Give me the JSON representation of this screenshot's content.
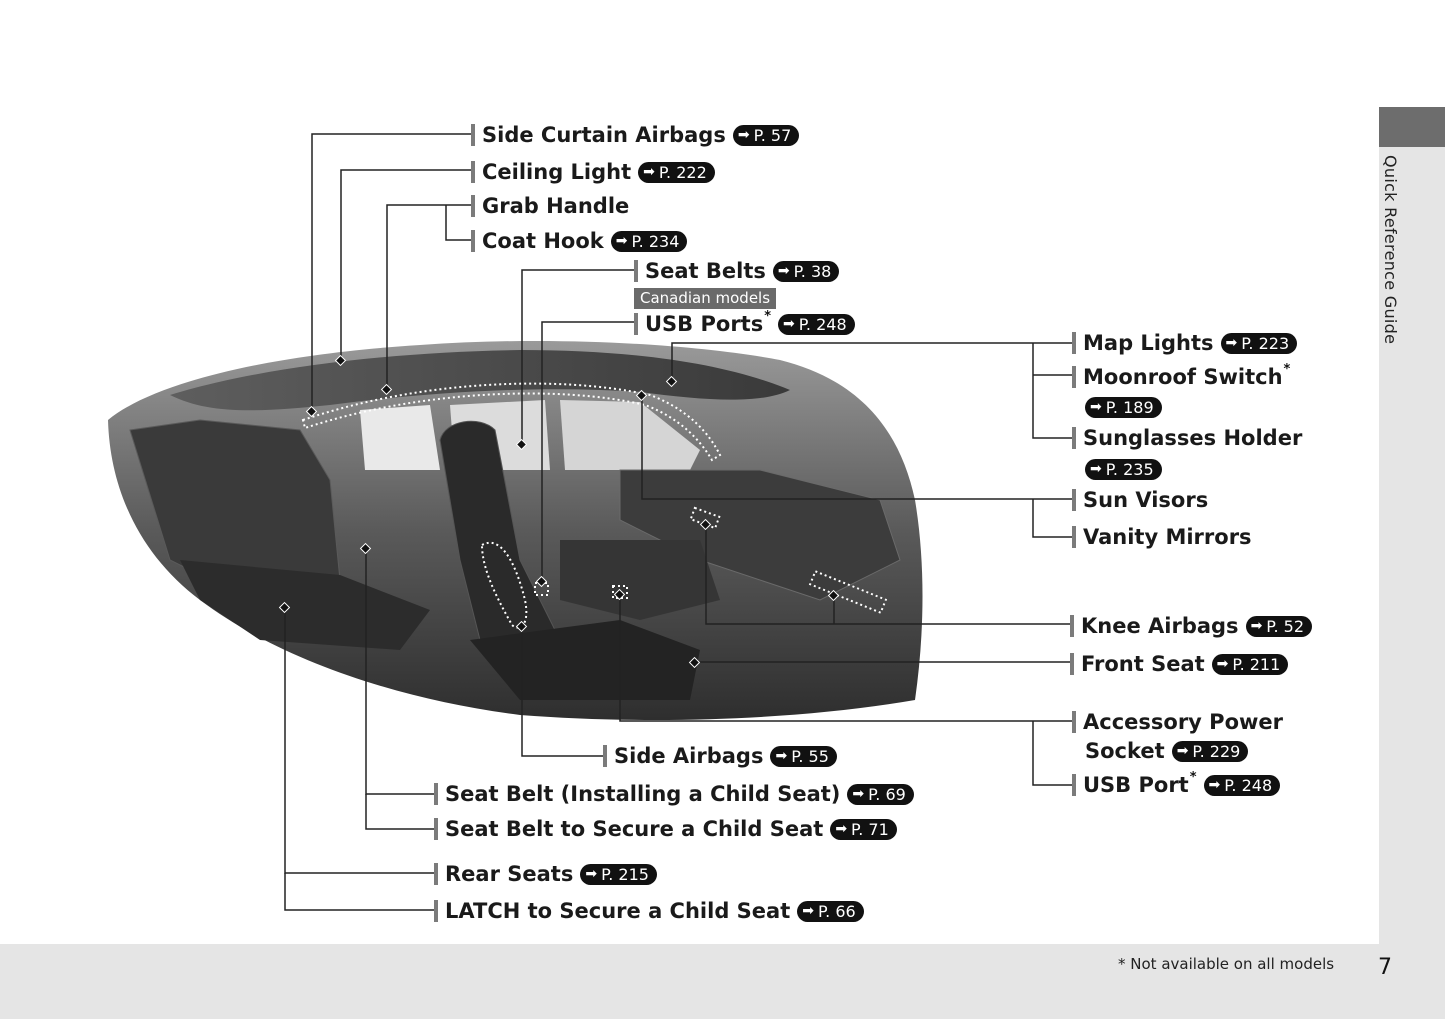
{
  "sidebar": {
    "title": "Quick Reference Guide"
  },
  "footer": {
    "footnote": "* Not available on all models",
    "page_number": "7"
  },
  "canadian_models_tag": "Canadian models",
  "ref_prefix": "P.",
  "callouts": {
    "side_curtain_airbags": {
      "label": "Side Curtain Airbags",
      "ref": "57"
    },
    "ceiling_light": {
      "label": "Ceiling Light",
      "ref": "222"
    },
    "grab_handle": {
      "label": "Grab Handle"
    },
    "coat_hook": {
      "label": "Coat Hook",
      "ref": "234"
    },
    "seat_belts": {
      "label": "Seat Belts",
      "ref": "38"
    },
    "usb_ports": {
      "label": "USB Ports",
      "star": "*",
      "ref": "248"
    },
    "map_lights": {
      "label": "Map Lights",
      "ref": "223"
    },
    "moonroof_switch": {
      "label": "Moonroof Switch",
      "star": "*",
      "ref": "189"
    },
    "sunglasses_holder": {
      "label": "Sunglasses Holder",
      "ref": "235"
    },
    "sun_visors": {
      "label": "Sun Visors"
    },
    "vanity_mirrors": {
      "label": "Vanity Mirrors"
    },
    "knee_airbags": {
      "label": "Knee Airbags",
      "ref": "52"
    },
    "front_seat": {
      "label": "Front Seat",
      "ref": "211"
    },
    "accessory_power_socket": {
      "label_line1": "Accessory Power",
      "label_line2": "Socket",
      "ref": "229"
    },
    "usb_port": {
      "label": "USB Port",
      "star": "*",
      "ref": "248"
    },
    "side_airbags": {
      "label": "Side Airbags",
      "ref": "55"
    },
    "seat_belt_installing": {
      "label": "Seat Belt (Installing a Child Seat)",
      "ref": "69"
    },
    "seat_belt_secure": {
      "label": "Seat Belt to Secure a Child Seat",
      "ref": "71"
    },
    "rear_seats": {
      "label": "Rear Seats",
      "ref": "215"
    },
    "latch": {
      "label": "LATCH to Secure a Child Seat",
      "ref": "66"
    }
  }
}
